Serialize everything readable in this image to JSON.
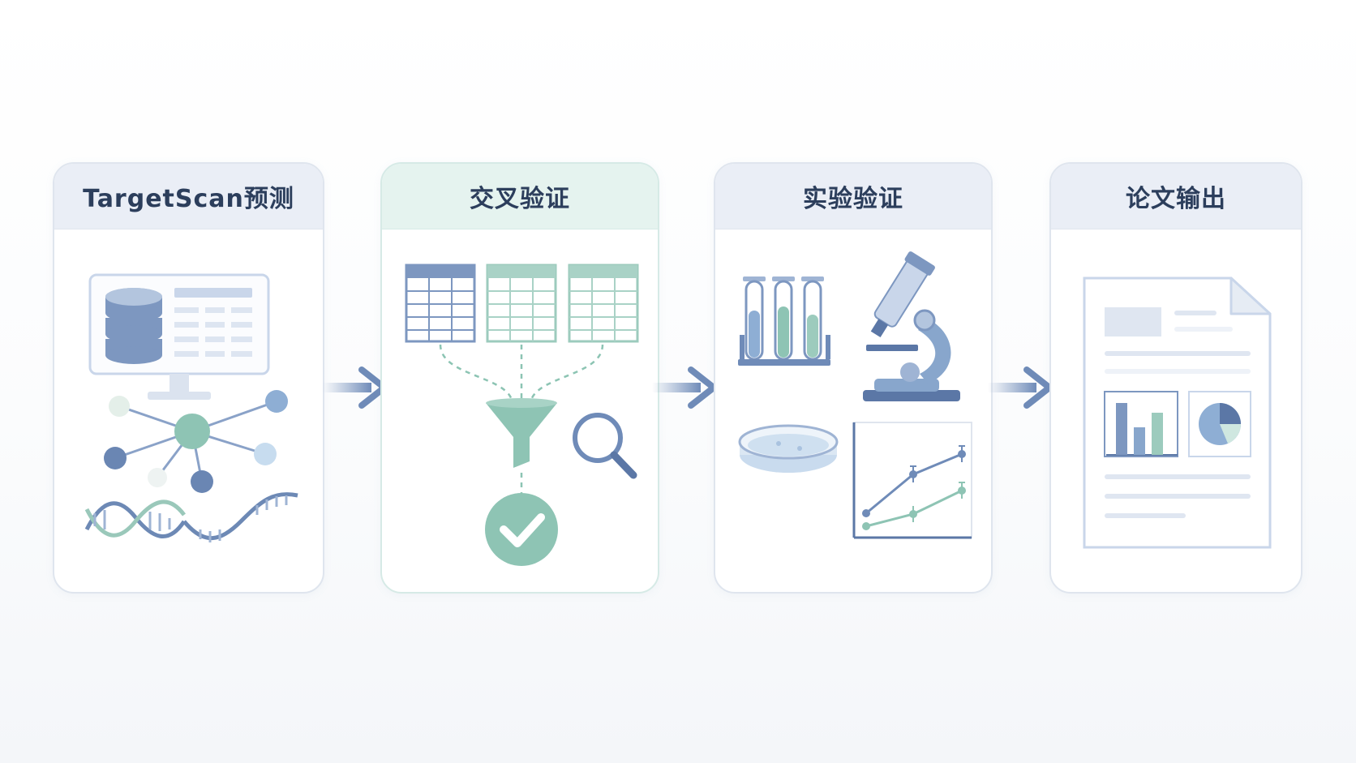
{
  "steps": [
    {
      "title": "TargetScan预测",
      "icon": "database-network-dna-icon"
    },
    {
      "title": "交叉验证",
      "icon": "table-filter-check-icon"
    },
    {
      "title": "实验验证",
      "icon": "lab-microscope-chart-icon"
    },
    {
      "title": "论文输出",
      "icon": "paper-document-icon"
    }
  ],
  "colors": {
    "navy": "#5b77a6",
    "blue": "#88a6cc",
    "teal": "#7cbcae",
    "light_blue": "#c9d6ea",
    "light_teal": "#cfe7e0",
    "card_border": "#dfe5ee",
    "header_blue": "#eaeef6",
    "header_teal": "#e5f3ef"
  }
}
